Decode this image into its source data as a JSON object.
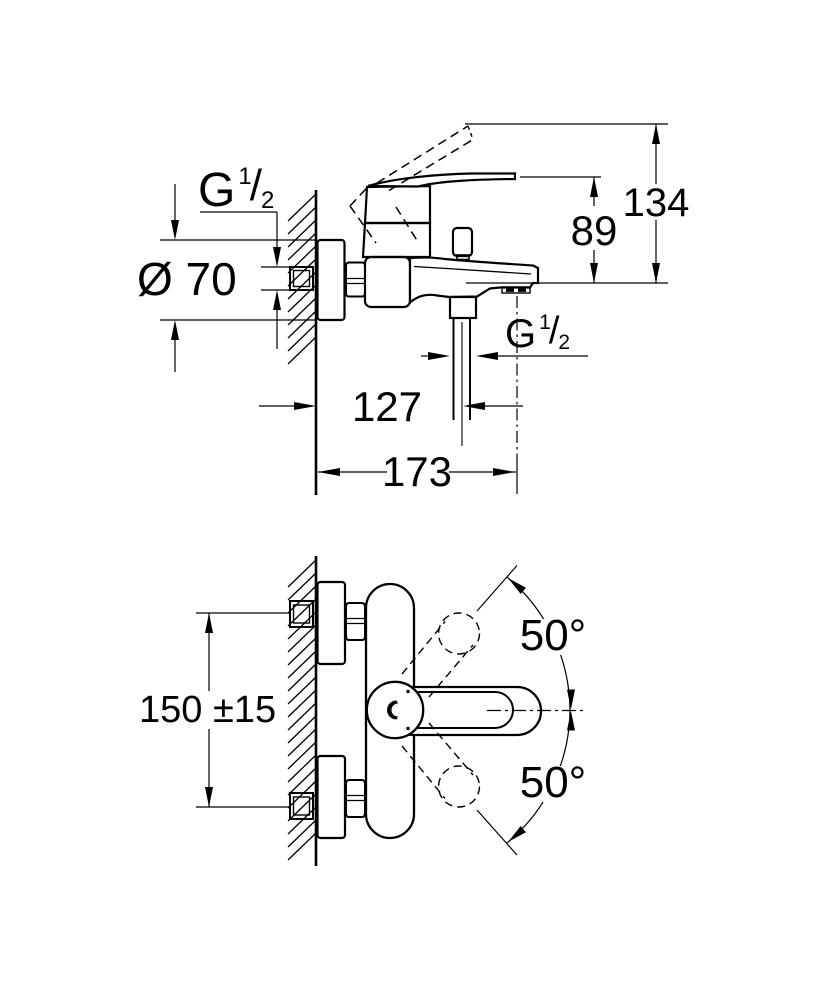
{
  "drawing": {
    "type": "technical-dimension-drawing",
    "subject": "wall-mounted single-lever bath mixer, front elevation and plan view",
    "colors": {
      "line": "#000000",
      "background": "#ffffff"
    },
    "labels": {
      "front": {
        "inlet_thread": {
          "g": "G",
          "num": "1",
          "slash": "/",
          "den": "2"
        },
        "outlet_thread": {
          "g": "G",
          "num": "1",
          "slash": "/",
          "den": "2"
        },
        "flange_diameter": "Ø 70",
        "lever_height": "89",
        "lever_raised_height": "134",
        "outlet_offset": "127",
        "spout_reach": "173"
      },
      "plan": {
        "inlet_spacing": "150 ±15",
        "swing_upper": "50°",
        "swing_lower": "50°"
      }
    }
  }
}
